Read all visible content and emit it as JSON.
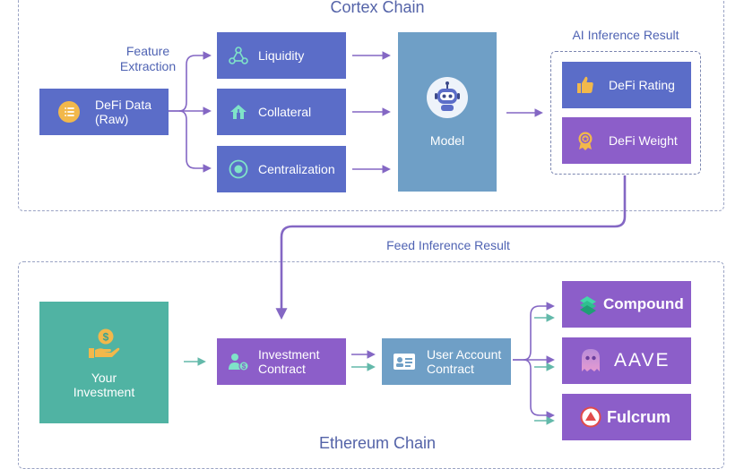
{
  "cortex": {
    "title": "Cortex Chain"
  },
  "ethereum": {
    "title": "Ethereum Chain"
  },
  "labels": {
    "feature_extraction": "Feature\nExtraction",
    "ai_inference_result": "AI Inference Result",
    "feed_inference_result": "Feed Inference Result"
  },
  "nodes": {
    "defi_data": "DeFi Data\n(Raw)",
    "liquidity": "Liquidity",
    "collateral": "Collateral",
    "centralization": "Centralization",
    "model": "Model",
    "defi_rating": "DeFi Rating",
    "defi_weight": "DeFi Weight",
    "your_investment": "Your\nInvestment",
    "investment_contract": "Investment\nContract",
    "user_account_contract": "User Account\nContract",
    "compound": "Compound",
    "aave": "AAVE",
    "fulcrum": "Fulcrum"
  },
  "icons": {
    "defi_data": "list-icon",
    "liquidity": "nodes-icon",
    "collateral": "home-icon",
    "centralization": "target-icon",
    "model": "robot-icon",
    "defi_rating": "thumbs-up-icon",
    "defi_weight": "medal-icon",
    "your_investment": "coin-hand-icon",
    "investment_contract": "person-coin-icon",
    "user_account_contract": "id-card-icon",
    "compound": "compound-logo-icon",
    "aave": "aave-ghost-icon",
    "fulcrum": "fulcrum-logo-icon"
  },
  "colors": {
    "blue": "#5b6dc8",
    "purple": "#8c5ec9",
    "teal": "#50b3a3",
    "steel": "#6f9fc6",
    "arrow": "#8467c4",
    "arrow_teal": "#63b9aa",
    "title": "#5463a8"
  }
}
